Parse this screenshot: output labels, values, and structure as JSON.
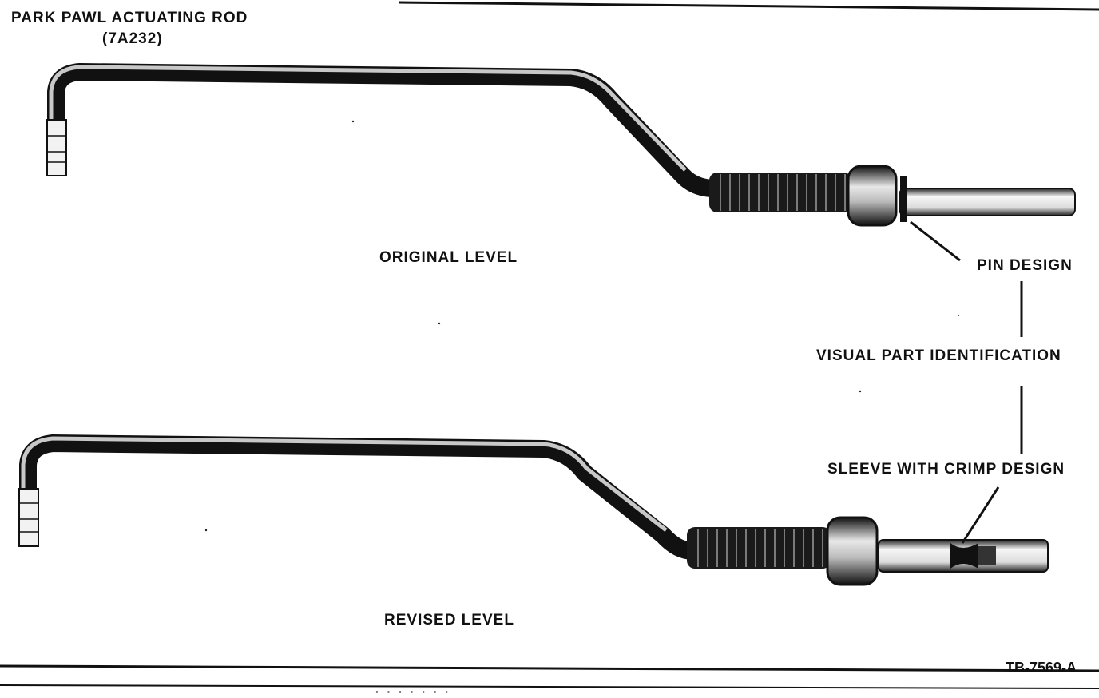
{
  "title": {
    "line1": "PARK PAWL ACTUATING ROD",
    "line2": "(7A232)"
  },
  "parts": {
    "original": {
      "label": "ORIGINAL LEVEL",
      "end_design": "PIN DESIGN"
    },
    "revised": {
      "label": "REVISED LEVEL",
      "end_design": "SLEEVE WITH CRIMP DESIGN"
    }
  },
  "identification_label": "VISUAL PART IDENTIFICATION",
  "figure_code": "TB-7569-A",
  "footer_partial": "· · · · · · ·"
}
